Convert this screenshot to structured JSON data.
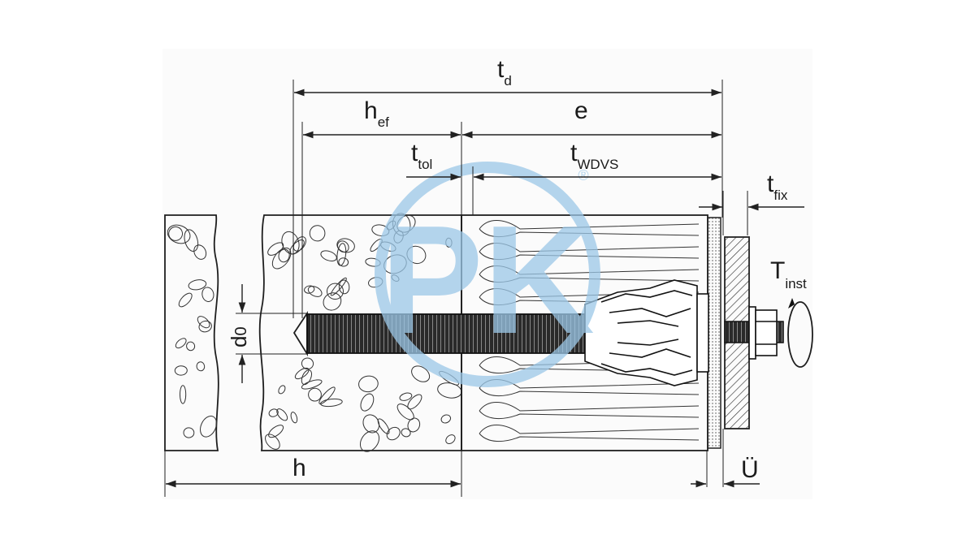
{
  "labels": {
    "td": {
      "main": "t",
      "sub": "d"
    },
    "hef": {
      "main": "h",
      "sub": "ef"
    },
    "e": {
      "main": "e"
    },
    "ttol": {
      "main": "t",
      "sub": "tol"
    },
    "twdvs": {
      "main": "t",
      "sub": "WDVS"
    },
    "tfix": {
      "main": "t",
      "sub": "fix"
    },
    "tinst": {
      "main": "T",
      "sub": "inst"
    },
    "d0": {
      "main": "d",
      "sub": "0"
    },
    "h": {
      "main": "h"
    },
    "u": {
      "main": "Ü"
    }
  },
  "watermark": {
    "text": "PK",
    "registered": "®",
    "color": "#9cc8e8"
  },
  "colors": {
    "line": "#1e1e1e",
    "concrete": "#f2f2f2",
    "insulation": "#ffffff"
  }
}
